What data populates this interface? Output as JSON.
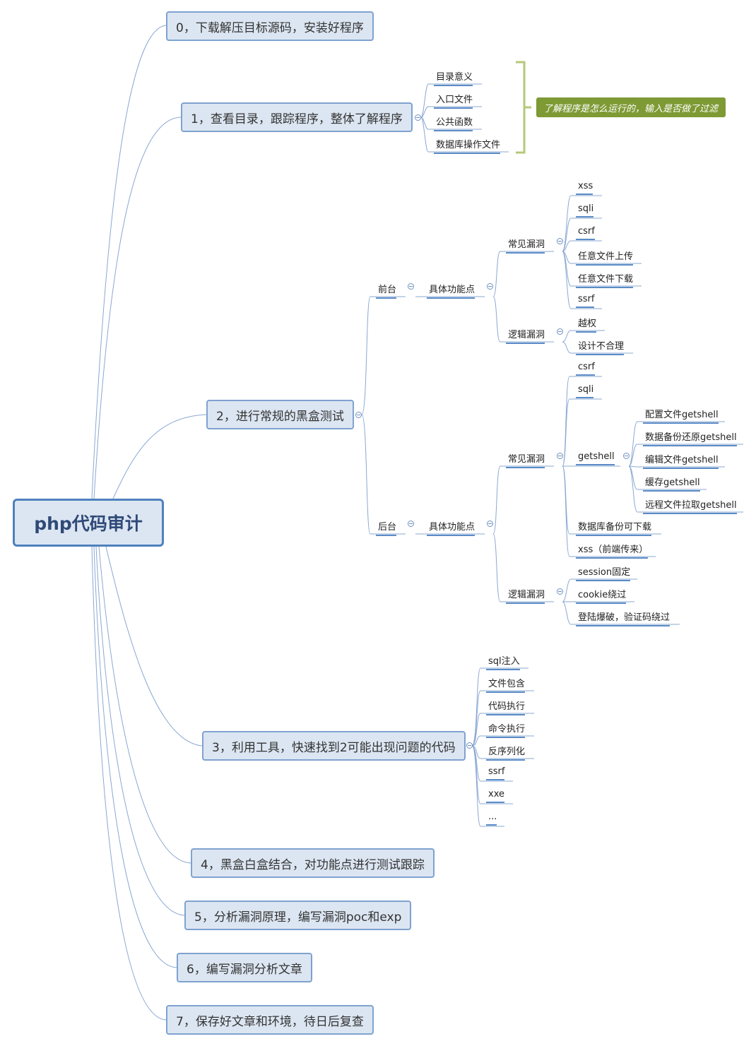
{
  "root": {
    "label": "php代码审计"
  },
  "steps": [
    {
      "label": "0，下载解压目标源码，安装好程序"
    },
    {
      "label": "1，查看目录，跟踪程序，整体了解程序",
      "children": [
        "目录意义",
        "入口文件",
        "公共函数",
        "数据库操作文件"
      ],
      "note": "了解程序是怎么运行的，输入是否做了过滤"
    },
    {
      "label": "2，进行常规的黑盒测试",
      "front": {
        "label": "前台",
        "feature": "具体功能点",
        "common": {
          "label": "常见漏洞",
          "items": [
            "xss",
            "sqli",
            "csrf",
            "任意文件上传",
            "任意文件下载",
            "ssrf"
          ]
        },
        "logic": {
          "label": "逻辑漏洞",
          "items": [
            "越权",
            "设计不合理"
          ]
        }
      },
      "back": {
        "label": "后台",
        "feature": "具体功能点",
        "common": {
          "label": "常见漏洞",
          "items_before": [
            "csrf",
            "sqli"
          ],
          "getshell": {
            "label": "getshell",
            "items": [
              "配置文件getshell",
              "数据备份还原getshell",
              "编辑文件getshell",
              "缓存getshell",
              "远程文件拉取getshell"
            ]
          },
          "items_after": [
            "数据库备份可下载",
            "xss（前端传来）"
          ]
        },
        "logic": {
          "label": "逻辑漏洞",
          "items": [
            "session固定",
            "cookie绕过",
            "登陆爆破，验证码绕过"
          ]
        }
      }
    },
    {
      "label": "3，利用工具，快速找到2可能出现问题的代码",
      "children": [
        "sql注入",
        "文件包含",
        "代码执行",
        "命令执行",
        "反序列化",
        "ssrf",
        "xxe",
        "..."
      ]
    },
    {
      "label": "4，黑盒白盒结合，对功能点进行测试跟踪"
    },
    {
      "label": "5，分析漏洞原理，编写漏洞poc和exp"
    },
    {
      "label": "6，编写漏洞分析文章"
    },
    {
      "label": "7，保存好文章和环境，待日后复查"
    }
  ],
  "colors": {
    "line": "#8aa8d2",
    "main_fill": "#dce6f2",
    "main_border": "#7fa2cf",
    "root_border": "#4f81bd",
    "note_fill": "#7e9a34",
    "brace": "#b5c97a"
  }
}
